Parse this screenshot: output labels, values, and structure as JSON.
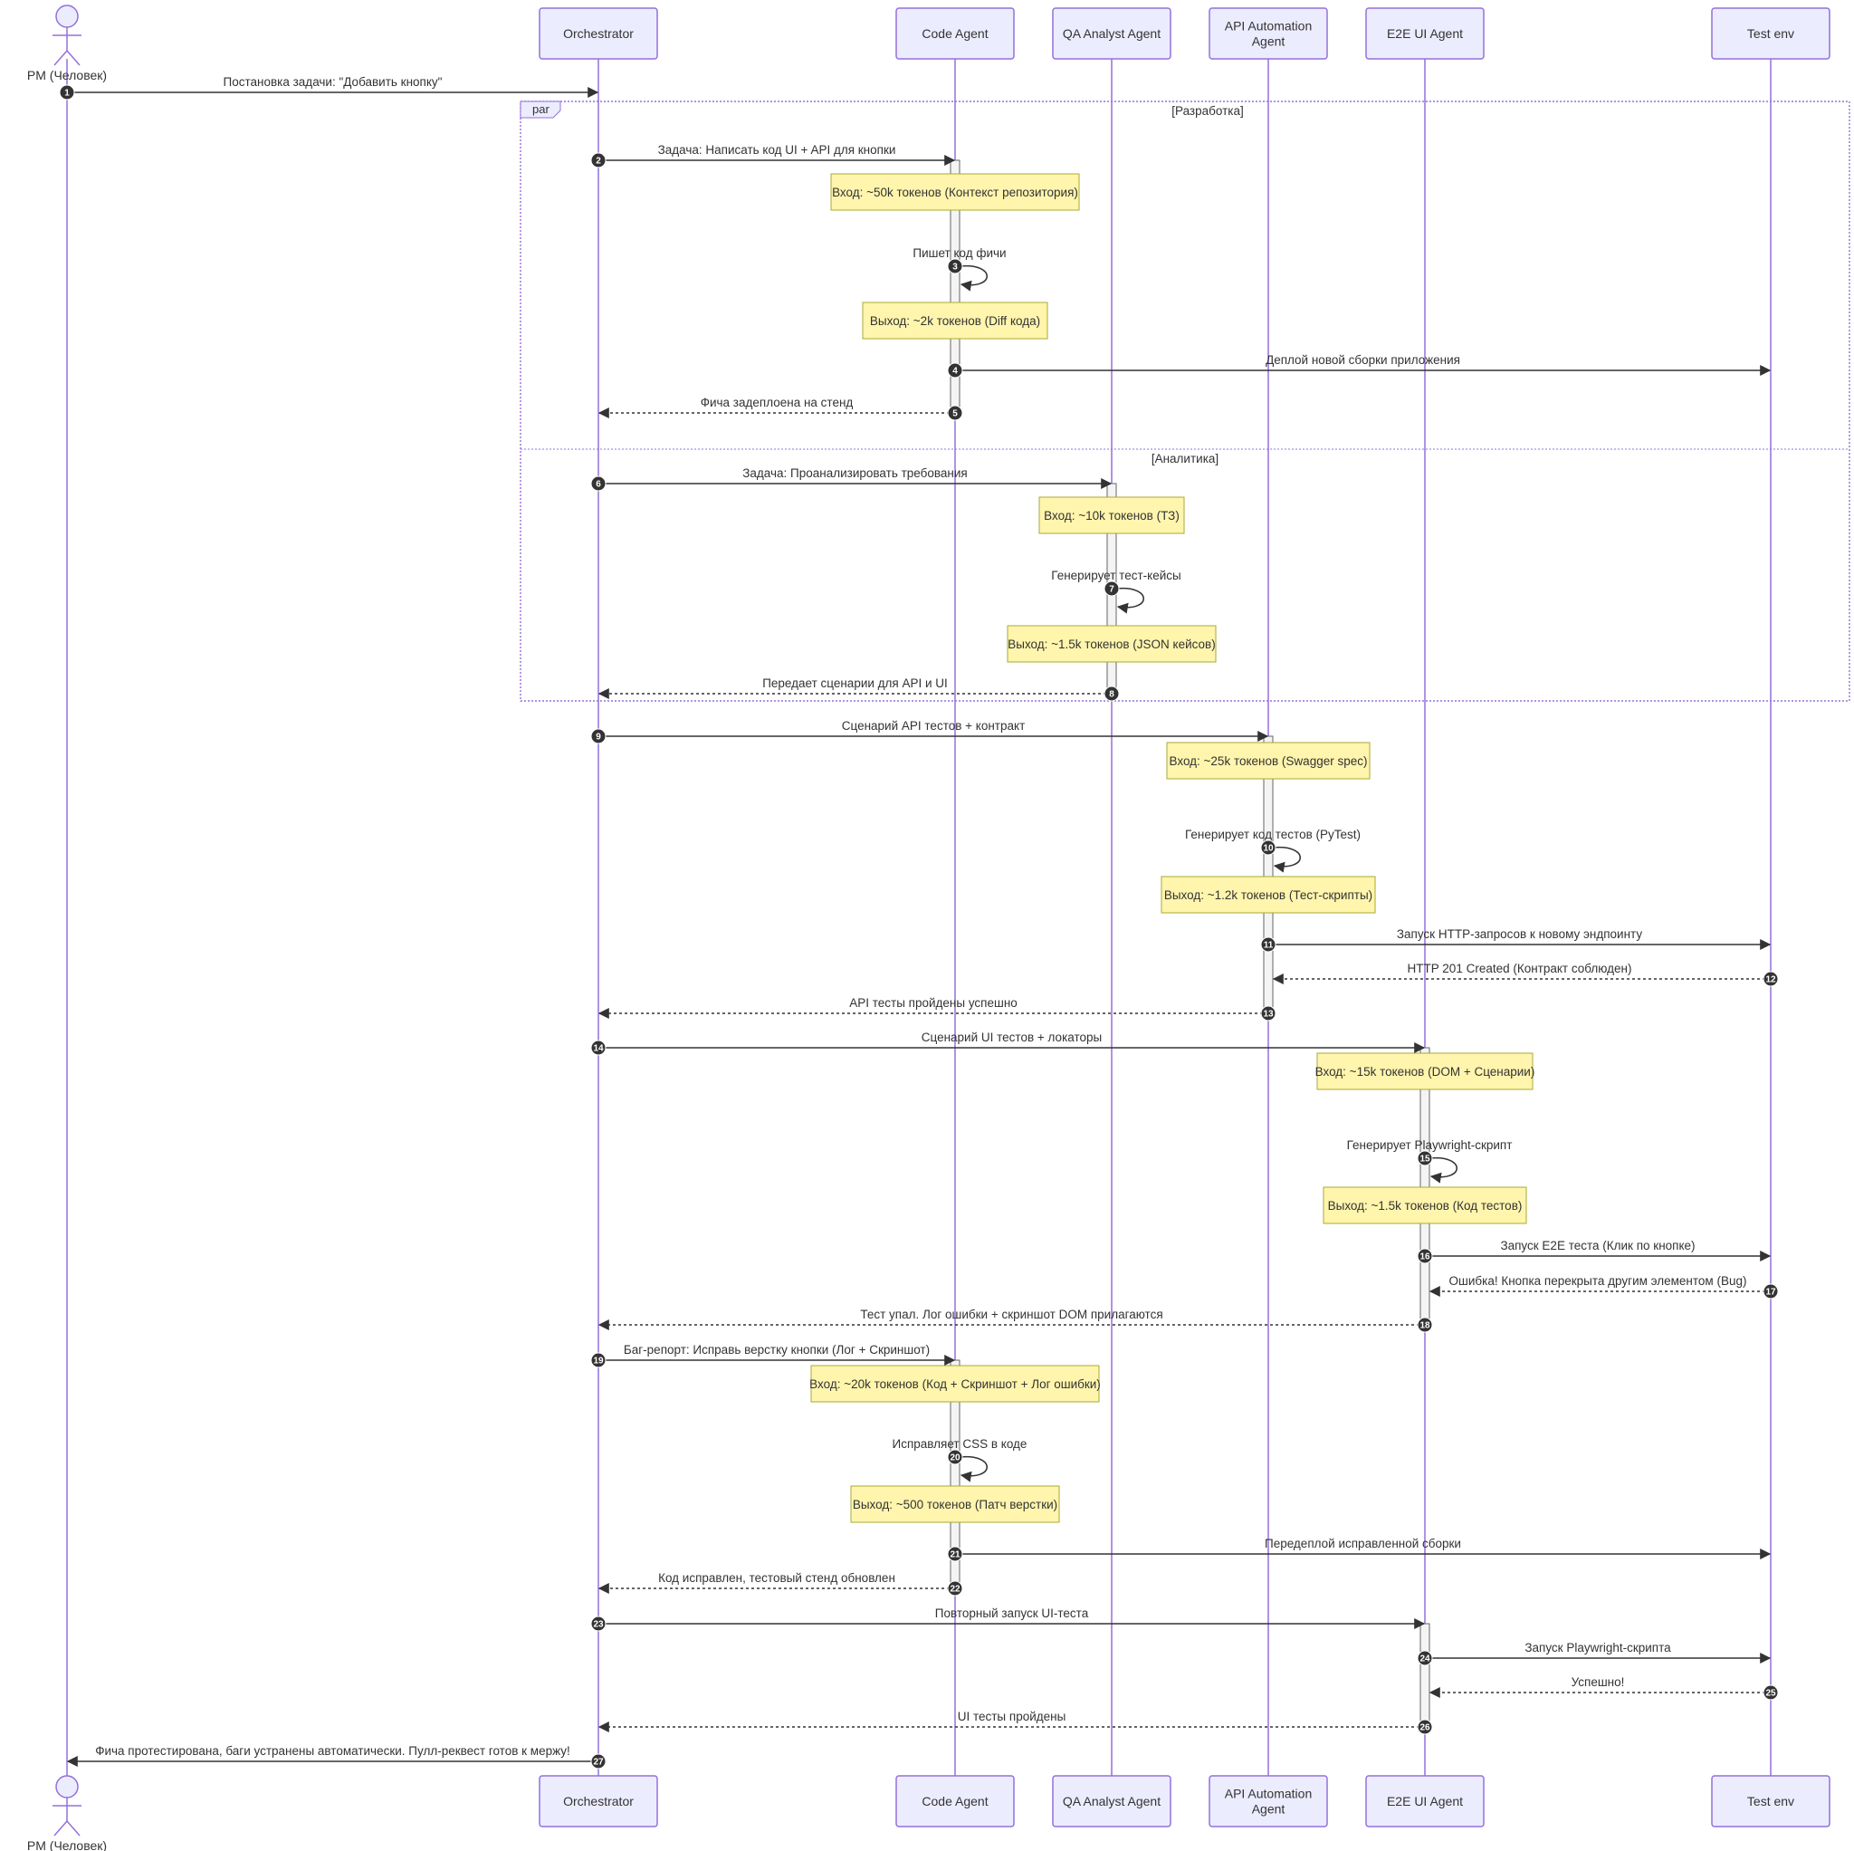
{
  "colors": {
    "actor_fill": "#ECECFF",
    "actor_stroke": "#9370DB",
    "lifeline": "#9370DB",
    "line": "#333333",
    "note_fill": "#FFF5AD",
    "note_stroke": "#AAAA33",
    "frame_stroke": "#9370DB",
    "seq_circle": "#333333"
  },
  "frame": {
    "label": "par",
    "sections": [
      "[Разработка]",
      "[Аналитика]"
    ]
  },
  "participants": [
    {
      "id": "pm",
      "label": "PM (Человек)",
      "kind": "person"
    },
    {
      "id": "orch",
      "label": "Orchestrator",
      "kind": "box"
    },
    {
      "id": "code",
      "label": "Code Agent",
      "kind": "box"
    },
    {
      "id": "qa",
      "label": "QA Analyst Agent",
      "kind": "box"
    },
    {
      "id": "api",
      "label": "API Automation\nAgent",
      "kind": "box"
    },
    {
      "id": "e2e",
      "label": "E2E UI Agent",
      "kind": "box"
    },
    {
      "id": "env",
      "label": "Test env",
      "kind": "box"
    }
  ],
  "messages": [
    {
      "n": 1,
      "from": "pm",
      "to": "orch",
      "label": "Постановка задачи: \"Добавить кнопку\"",
      "style": "solid"
    },
    {
      "n": 2,
      "from": "orch",
      "to": "code",
      "label": "Задача: Написать код UI + API для кнопки",
      "style": "solid"
    },
    {
      "n": 3,
      "from": "code",
      "to": "code",
      "label": "Пишет код фичи",
      "style": "solid"
    },
    {
      "n": 4,
      "from": "code",
      "to": "env",
      "label": "Деплой новой сборки приложения",
      "style": "solid"
    },
    {
      "n": 5,
      "from": "code",
      "to": "orch",
      "label": "Фича задеплоена на стенд",
      "style": "dotted"
    },
    {
      "n": 6,
      "from": "orch",
      "to": "qa",
      "label": "Задача: Проанализировать требования",
      "style": "solid"
    },
    {
      "n": 7,
      "from": "qa",
      "to": "qa",
      "label": "Генерирует тест-кейсы",
      "style": "solid"
    },
    {
      "n": 8,
      "from": "qa",
      "to": "orch",
      "label": "Передает сценарии для API и UI",
      "style": "dotted"
    },
    {
      "n": 9,
      "from": "orch",
      "to": "api",
      "label": "Сценарий API тестов + контракт",
      "style": "solid"
    },
    {
      "n": 10,
      "from": "api",
      "to": "api",
      "label": "Генерирует код тестов (PyTest)",
      "style": "solid"
    },
    {
      "n": 11,
      "from": "api",
      "to": "env",
      "label": "Запуск HTTP-запросов к новому эндпоинту",
      "style": "solid"
    },
    {
      "n": 12,
      "from": "env",
      "to": "api",
      "label": "HTTP 201 Created (Контракт соблюден)",
      "style": "dotted"
    },
    {
      "n": 13,
      "from": "api",
      "to": "orch",
      "label": "API тесты пройдены успешно",
      "style": "dotted"
    },
    {
      "n": 14,
      "from": "orch",
      "to": "e2e",
      "label": "Сценарий UI тестов + локаторы",
      "style": "solid"
    },
    {
      "n": 15,
      "from": "e2e",
      "to": "e2e",
      "label": "Генерирует Playwright-скрипт",
      "style": "solid"
    },
    {
      "n": 16,
      "from": "e2e",
      "to": "env",
      "label": "Запуск E2E теста (Клик по кнопке)",
      "style": "solid"
    },
    {
      "n": 17,
      "from": "env",
      "to": "e2e",
      "label": "Ошибка! Кнопка перекрыта другим элементом (Bug)",
      "style": "dotted"
    },
    {
      "n": 18,
      "from": "e2e",
      "to": "orch",
      "label": "Тест упал. Лог ошибки + скриншот DOM прилагаются",
      "style": "dotted"
    },
    {
      "n": 19,
      "from": "orch",
      "to": "code",
      "label": "Баг-репорт: Исправь верстку кнопки (Лог + Скриншот)",
      "style": "solid"
    },
    {
      "n": 20,
      "from": "code",
      "to": "code",
      "label": "Исправляет CSS в коде",
      "style": "solid"
    },
    {
      "n": 21,
      "from": "code",
      "to": "env",
      "label": "Передеплой исправленной сборки",
      "style": "solid"
    },
    {
      "n": 22,
      "from": "code",
      "to": "orch",
      "label": "Код исправлен, тестовый стенд обновлен",
      "style": "dotted"
    },
    {
      "n": 23,
      "from": "orch",
      "to": "e2e",
      "label": "Повторный запуск UI-теста",
      "style": "solid"
    },
    {
      "n": 24,
      "from": "e2e",
      "to": "env",
      "label": "Запуск Playwright-скрипта",
      "style": "solid"
    },
    {
      "n": 25,
      "from": "env",
      "to": "e2e",
      "label": "Успешно!",
      "style": "dotted"
    },
    {
      "n": 26,
      "from": "e2e",
      "to": "orch",
      "label": "UI тесты пройдены",
      "style": "dotted"
    },
    {
      "n": 27,
      "from": "orch",
      "to": "pm",
      "label": "Фича протестирована, баги устранены автоматически. Пулл-реквест готов к мержу!",
      "style": "solid"
    }
  ],
  "notes": [
    {
      "over": "code",
      "label": "Вход: ~50k токенов (Контекст репозитория)"
    },
    {
      "over": "code",
      "label": "Выход: ~2k токенов (Diff кода)"
    },
    {
      "over": "qa",
      "label": "Вход: ~10k токенов (ТЗ)"
    },
    {
      "over": "qa",
      "label": "Выход: ~1.5k токенов (JSON кейсов)"
    },
    {
      "over": "api",
      "label": "Вход: ~25k токенов (Swagger spec)"
    },
    {
      "over": "api",
      "label": "Выход: ~1.2k токенов (Тест-скрипты)"
    },
    {
      "over": "e2e",
      "label": "Вход: ~15k токенов (DOM + Сценарии)"
    },
    {
      "over": "e2e",
      "label": "Выход: ~1.5k токенов (Код тестов)"
    },
    {
      "over": "code",
      "label": "Вход: ~20k токенов (Код + Скриншот + Лог ошибки)"
    },
    {
      "over": "code",
      "label": "Выход: ~500 токенов (Патч верстки)"
    }
  ]
}
